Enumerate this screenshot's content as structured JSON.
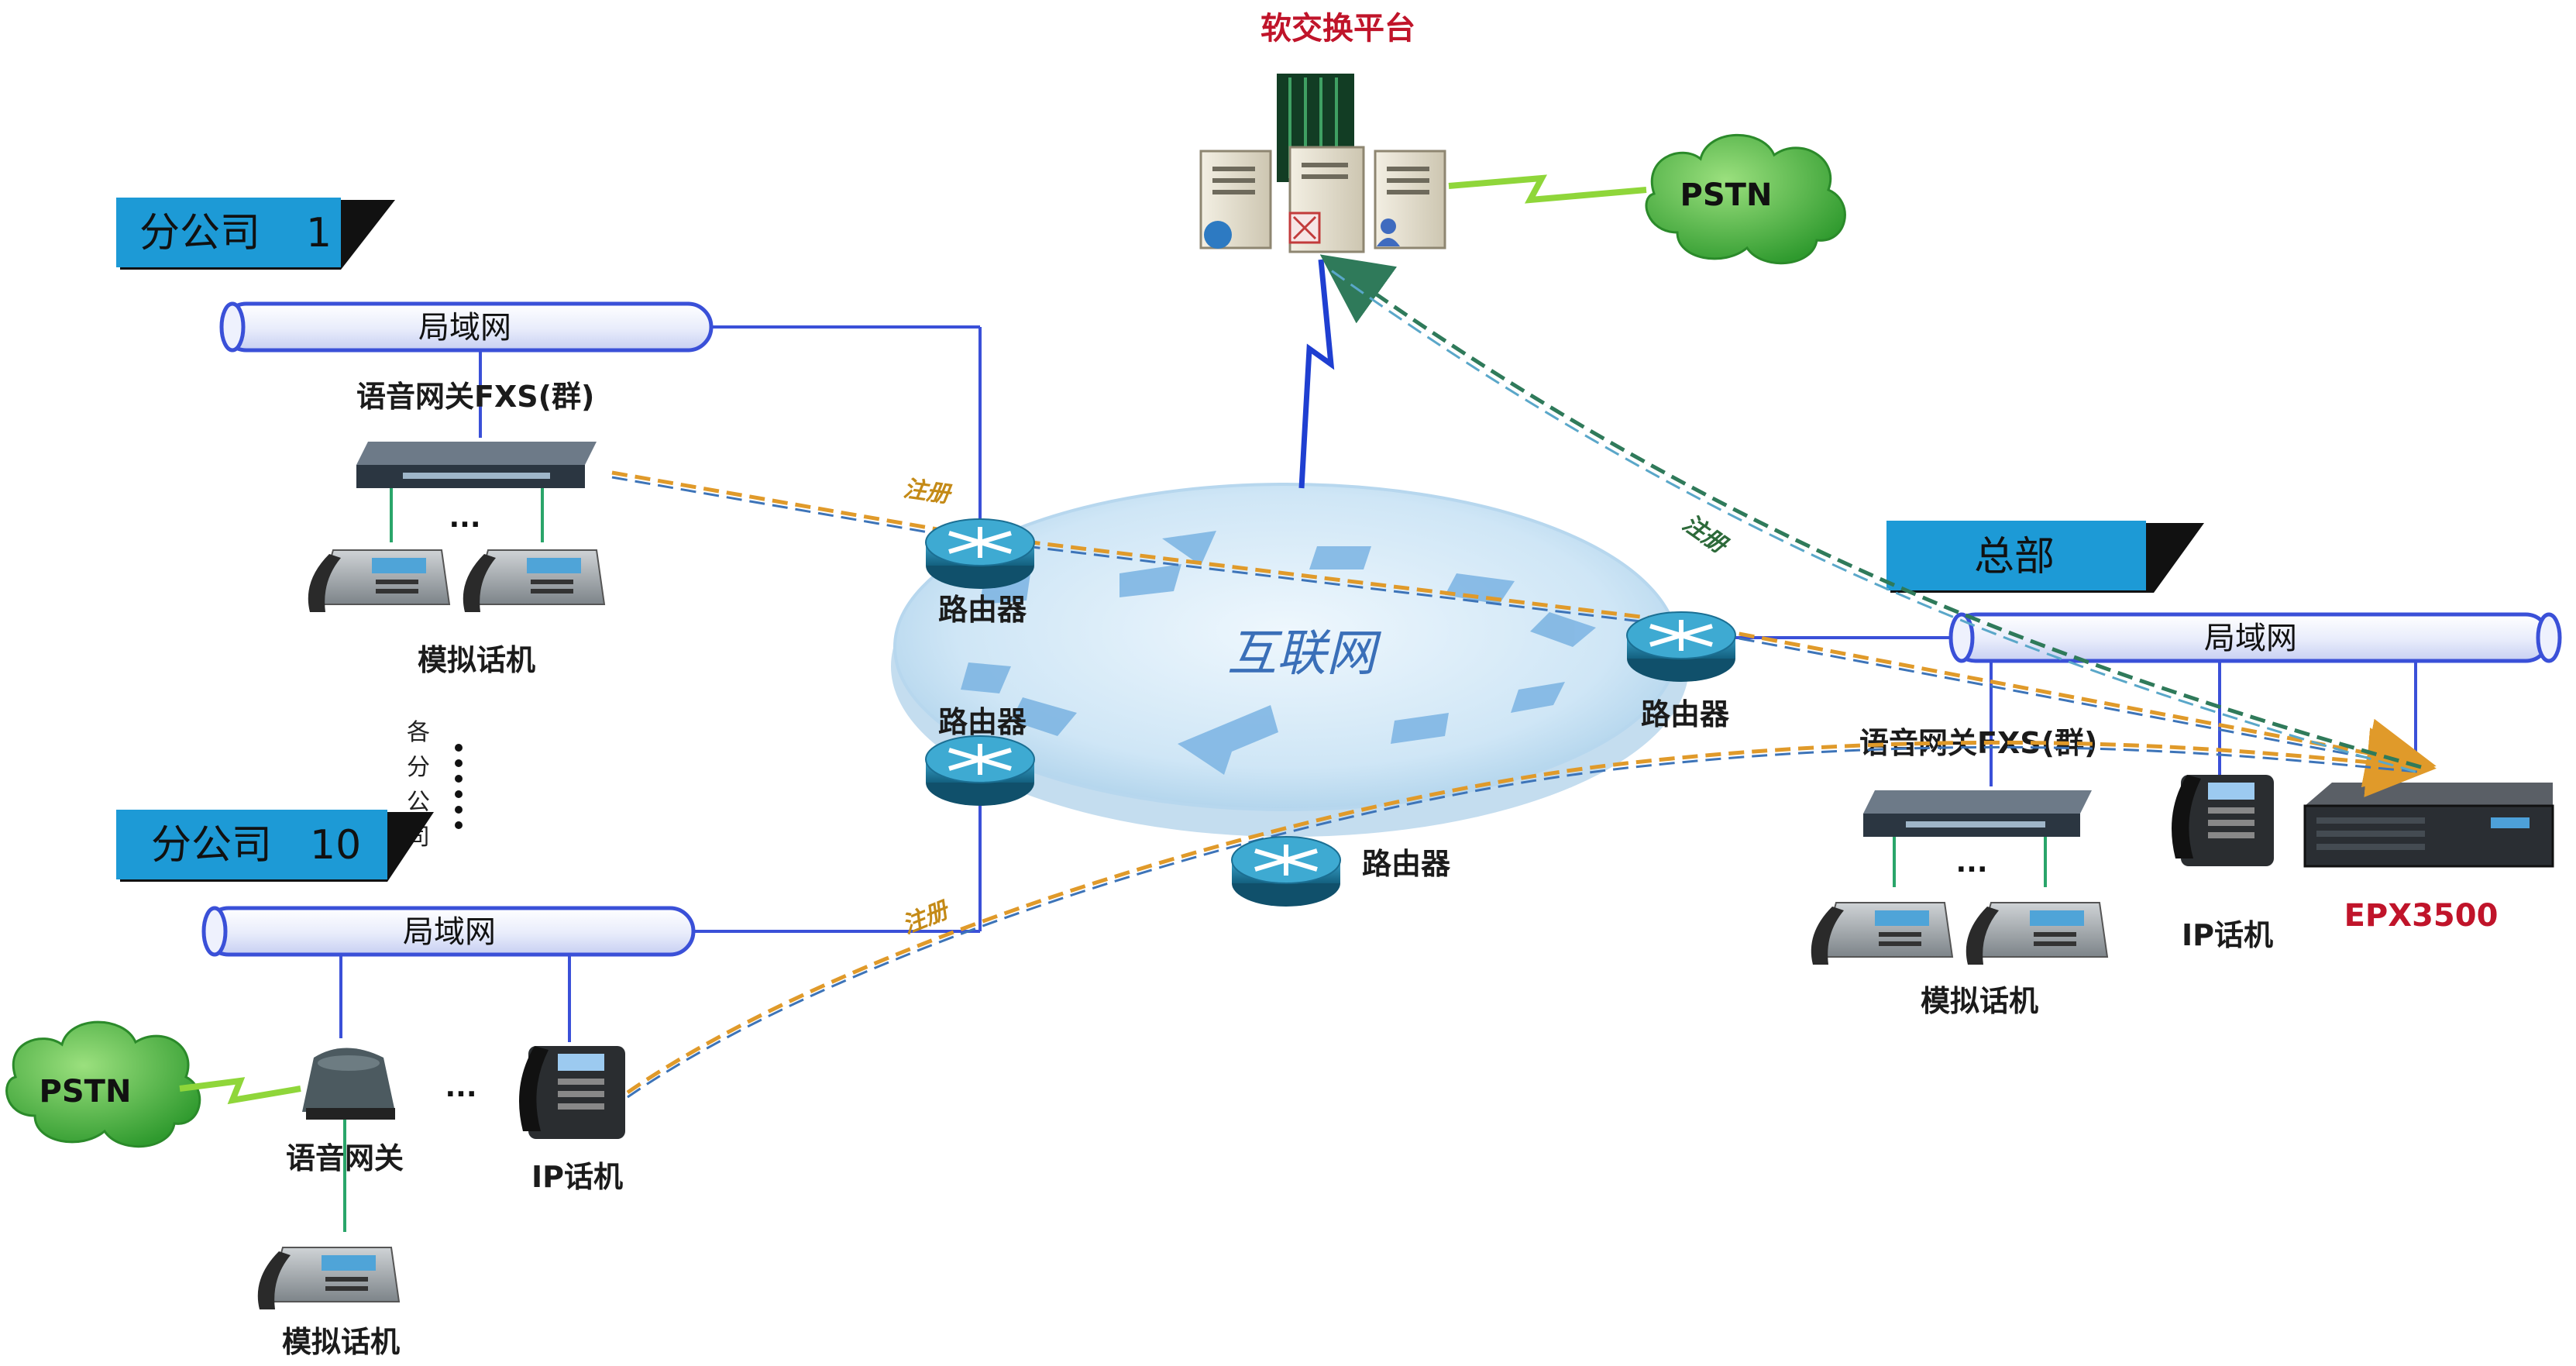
{
  "platform": {
    "title": "软交换平台"
  },
  "pstn": {
    "label": "PSTN"
  },
  "internet": {
    "label": "互联网"
  },
  "routers": {
    "label": "路由器"
  },
  "branch1": {
    "banner": "分公司",
    "number": "1",
    "lan": "局域网",
    "gateway": "语音网关FXS(群)",
    "phones": "模拟话机",
    "ellipsis": "..."
  },
  "branch_more": {
    "label": [
      "各",
      "分",
      "公",
      "司"
    ]
  },
  "branch10": {
    "banner": "分公司",
    "number": "10",
    "lan": "局域网",
    "gateway": "语音网关",
    "phone": "模拟话机",
    "ipphone": "IP话机",
    "ellipsis": "..."
  },
  "hq": {
    "banner": "总部",
    "lan": "局域网",
    "gateway": "语音网关FXS(群)",
    "phones": "模拟话机",
    "ipphone": "IP话机",
    "device": "EPX3500",
    "ellipsis": "..."
  },
  "register": {
    "label": "注册"
  },
  "colors": {
    "banner": "#1d9ad6",
    "lan": "#3a50d8",
    "orange_dash": "#e09a2a",
    "green_dash": "#2f7a5a",
    "router": "#1e7fa8",
    "internet": "#cfe6f6",
    "pstn": "#42b83a"
  }
}
